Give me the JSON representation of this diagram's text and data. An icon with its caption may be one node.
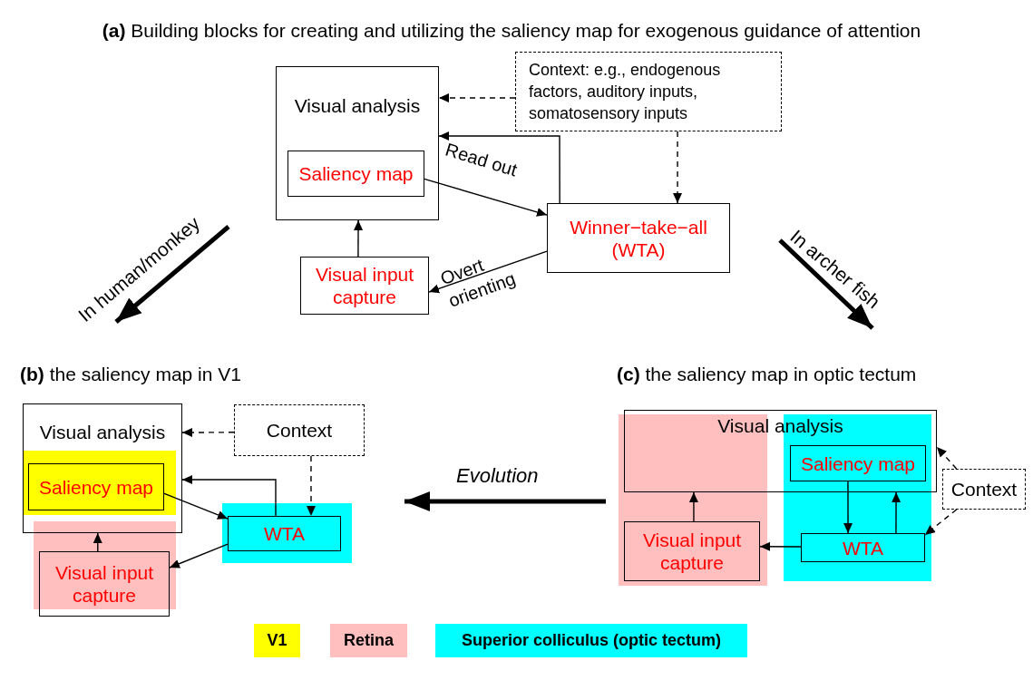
{
  "diagram": {
    "nodes": [
      {
        "text": [
          "Visual analysis"
        ]
      },
      {
        "text": [
          "Saliency map"
        ],
        "in": 0
      },
      {
        "text": [
          "Context: e.g., endogenous factors, auditory inputs, somatosensory inputs"
        ]
      },
      {
        "text": [
          "Winner−take−all (WTA)"
        ]
      },
      {
        "text": [
          "Visual input capture"
        ]
      },
      {
        "text": [
          "Visual analysis"
        ]
      },
      {
        "text": [
          "Saliency map"
        ],
        "in": 5
      },
      {
        "text": [
          "Context"
        ]
      },
      {
        "text": [
          "WTA"
        ]
      },
      {
        "text": [
          "Visual input capture"
        ]
      },
      {
        "text": [
          "Visual analysis"
        ]
      },
      {
        "text": [
          "Saliency map"
        ],
        "in": 10
      },
      {
        "text": [
          "Context"
        ]
      },
      {
        "text": [
          "WTA"
        ]
      },
      {
        "text": [
          "Visual input capture"
        ]
      }
    ],
    "edges": [
      {
        "from": 2,
        "to": 0,
        "arrow": "to",
        "style": "dashed"
      },
      {
        "from": 3,
        "to": 0,
        "arrow": "to"
      },
      {
        "from": 2,
        "to": 3,
        "arrow": "to",
        "style": "dashed"
      },
      {
        "from": 1,
        "to": 3,
        "arrow": "to",
        "label": "Read out"
      },
      {
        "from": 3,
        "to": 4,
        "arrow": "to",
        "label": "Overt orienting"
      },
      {
        "from": 4,
        "to": 0,
        "arrow": "to"
      },
      {
        "from": 7,
        "to": 5,
        "arrow": "to",
        "style": "dashed"
      },
      {
        "from": 8,
        "to": 5,
        "arrow": "to"
      },
      {
        "from": 7,
        "to": 8,
        "arrow": "to",
        "style": "dashed"
      },
      {
        "from": 6,
        "to": 8,
        "arrow": "to"
      },
      {
        "from": 8,
        "to": 9,
        "arrow": "to"
      },
      {
        "from": 9,
        "to": 5,
        "arrow": "to"
      },
      {
        "from": 12,
        "to": 10,
        "arrow": "to",
        "style": "dashed"
      },
      {
        "from": 12,
        "to": 13,
        "arrow": "to",
        "style": "dashed"
      },
      {
        "from": 11,
        "to": 13,
        "arrow": "to"
      },
      {
        "from": 13,
        "to": 10,
        "arrow": "to"
      },
      {
        "from": 13,
        "to": 14,
        "arrow": "to"
      },
      {
        "from": 14,
        "to": 10,
        "arrow": "to"
      }
    ],
    "labels": [
      "**(a)** Building blocks for creating and utilizing the saliency map for exogenous guidance of attention",
      "In human/monkey",
      "In archer fish",
      "**(b)** the saliency map in V1",
      "**(c)** the saliency map in optic tectum",
      "Evolution"
    ],
    "legend": [
      {
        "text": "V1",
        "color": "#ffff00"
      },
      {
        "text": "Retina",
        "color": "#ffbfbf"
      },
      {
        "text": "Superior colliculus (optic tectum)",
        "color": "#00ffff"
      }
    ]
  }
}
